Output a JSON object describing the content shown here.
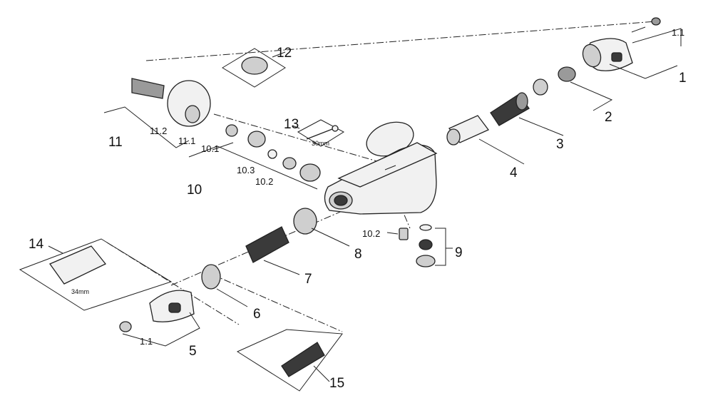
{
  "labels": {
    "p1": "1",
    "p1_1": "1.1",
    "p2": "2",
    "p3": "3",
    "p4": "4",
    "p5": "5",
    "p5_1": "1.1",
    "p6": "6",
    "p7": "7",
    "p8": "8",
    "p9": "9",
    "p10": "10",
    "p10_1": "10.1",
    "p10_2": "10.2",
    "p10_3": "10.3",
    "p10_2b": "10.2",
    "p11": "11",
    "p11_1": "11.1",
    "p11_2": "11.2",
    "p12": "12",
    "p13": "13",
    "p14": "14",
    "p15": "15"
  },
  "tool_labels": {
    "wrench_size": "30mm",
    "socket_size": "34mm"
  },
  "colors": {
    "line": "#222222",
    "fill_light": "#f1f1f1",
    "fill_mid": "#cfcfcf",
    "fill_dark": "#3a3a3a"
  }
}
